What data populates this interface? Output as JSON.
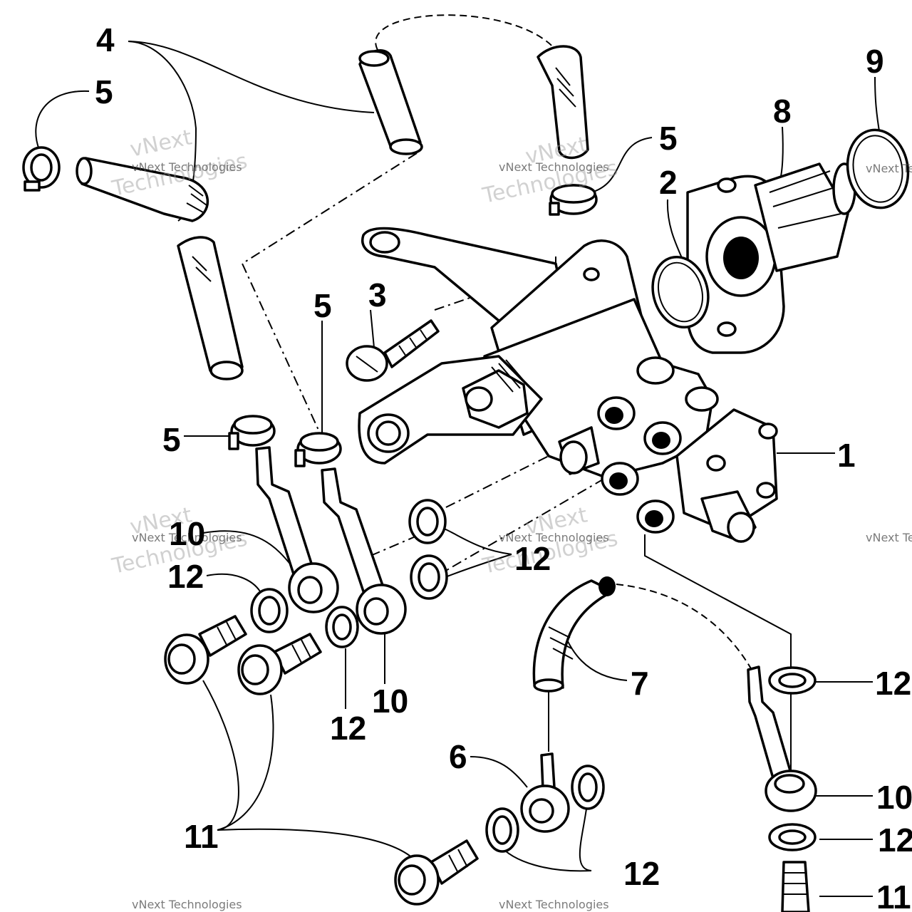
{
  "callouts": {
    "c1": "1",
    "c2": "2",
    "c3": "3",
    "c4": "4",
    "c5a": "5",
    "c5b": "5",
    "c5c": "5",
    "c5d": "5",
    "c6": "6",
    "c7": "7",
    "c8": "8",
    "c9": "9",
    "c10a": "10",
    "c10b": "10",
    "c10c": "10",
    "c11a": "11",
    "c11b": "11",
    "c12a": "12",
    "c12b": "12",
    "c12c": "12",
    "c12d": "12",
    "c12e": "12",
    "c12f": "12"
  },
  "watermark": {
    "line1": "vNext",
    "line2": "Technologies",
    "small": "vNext Technologies"
  }
}
